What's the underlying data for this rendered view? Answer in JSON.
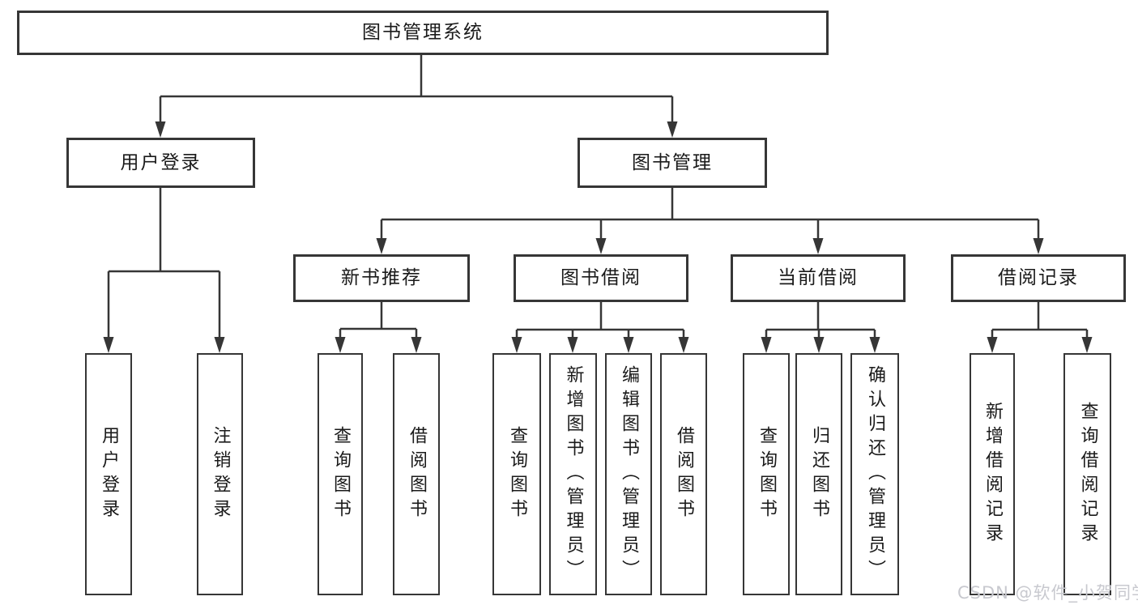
{
  "diagram_type": "hierarchy-tree",
  "tree": {
    "label": "图书管理系统",
    "children": [
      {
        "label": "用户登录",
        "children": [
          {
            "label": "用户登录"
          },
          {
            "label": "注销登录"
          }
        ]
      },
      {
        "label": "图书管理",
        "children": [
          {
            "label": "新书推荐",
            "children": [
              {
                "label": "查询图书"
              },
              {
                "label": "借阅图书"
              }
            ]
          },
          {
            "label": "图书借阅",
            "children": [
              {
                "label": "查询图书"
              },
              {
                "label": "新增图书（管理员）"
              },
              {
                "label": "编辑图书（管理员）"
              },
              {
                "label": "借阅图书"
              }
            ]
          },
          {
            "label": "当前借阅",
            "children": [
              {
                "label": "查询图书"
              },
              {
                "label": "归还图书"
              },
              {
                "label": "确认归还（管理员）"
              }
            ]
          },
          {
            "label": "借阅记录",
            "children": [
              {
                "label": "新增借阅记录"
              },
              {
                "label": "查询借阅记录"
              }
            ]
          }
        ]
      }
    ]
  },
  "watermark": {
    "text": "CSDN @软件_小贺同学"
  },
  "colors": {
    "line": "#363636",
    "box_border": "#363636",
    "box_fill": "#ffffff",
    "text": "#1a1a1a",
    "watermark": "#c8c9cf",
    "background": "#ffffff"
  }
}
